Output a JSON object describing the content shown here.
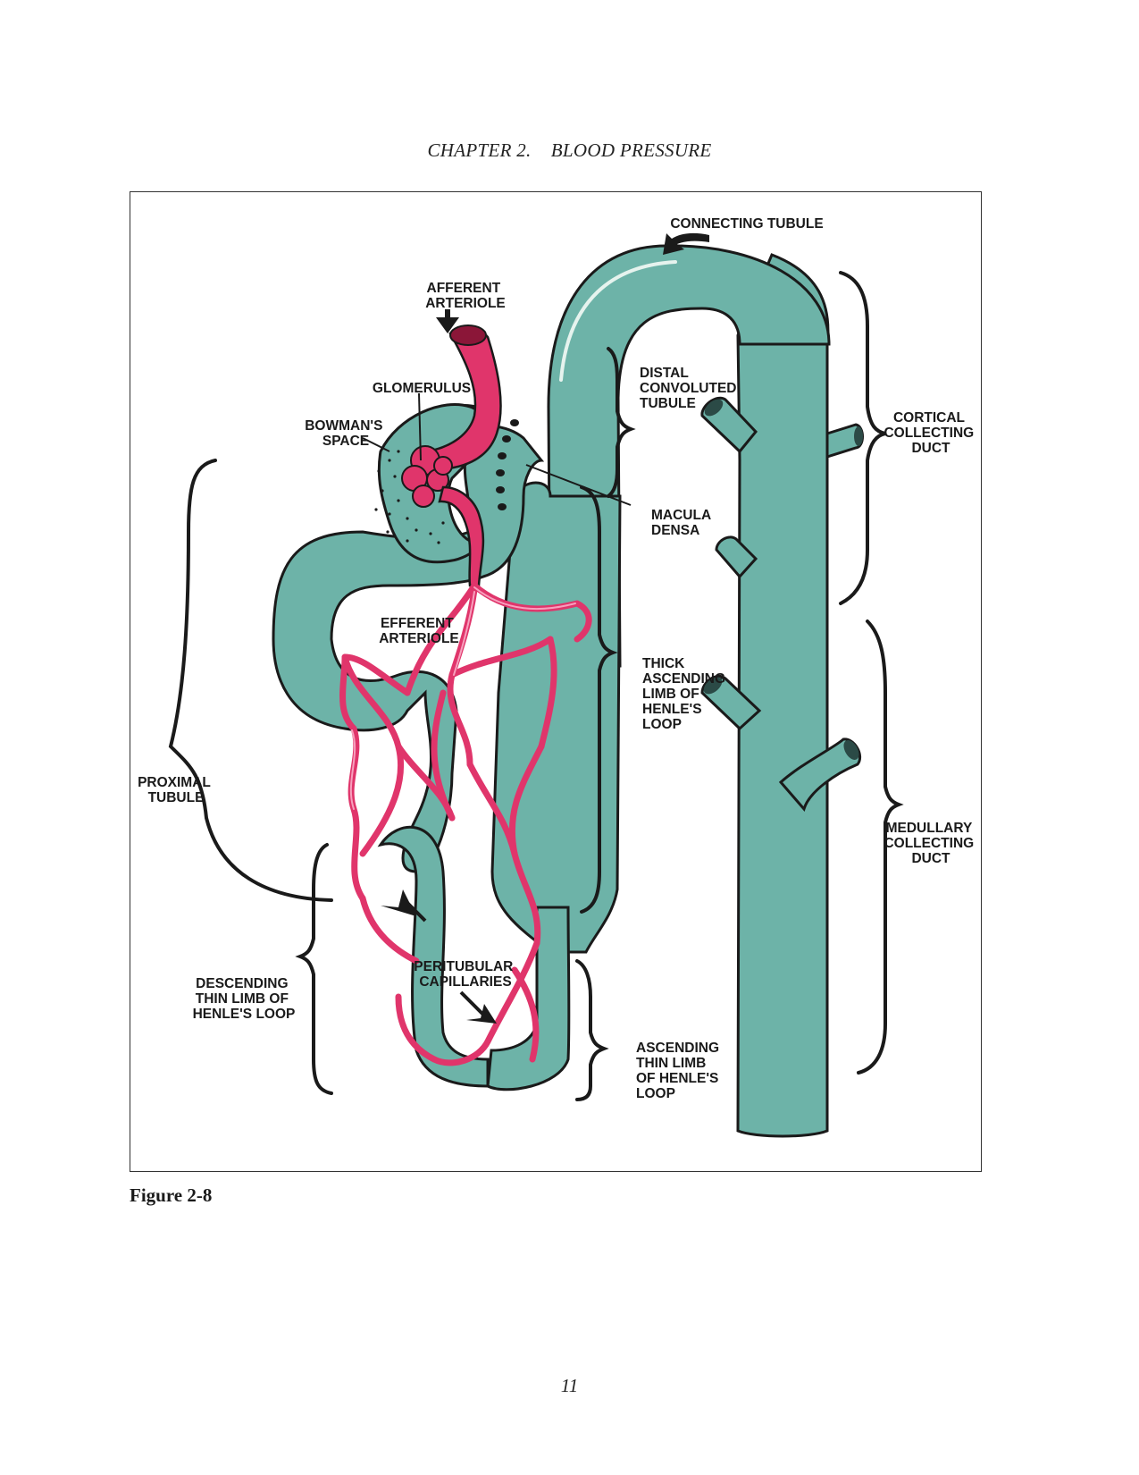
{
  "page": {
    "running_head": "CHAPTER 2.    BLOOD PRESSURE",
    "caption": "Figure 2-8",
    "page_number": "11"
  },
  "colors": {
    "tubule": "#6db3a8",
    "tubule_outline": "#1a1a1a",
    "tubule_highlight": "#e6f3ee",
    "vessel": "#e0356b",
    "vessel_highlight": "#f7a0bd"
  },
  "diagram": {
    "labels": {
      "connecting_tubule": [
        "CONNECTING TUBULE"
      ],
      "afferent_arteriole": [
        "AFFERENT",
        "ARTERIOLE"
      ],
      "glomerulus": [
        "GLOMERULUS"
      ],
      "bowmans_space": [
        "BOWMAN'S",
        "SPACE"
      ],
      "distal_convoluted_tubule": [
        "DISTAL",
        "CONVOLUTED",
        "TUBULE"
      ],
      "cortical_collecting_duct": [
        "CORTICAL",
        "COLLECTING",
        "DUCT"
      ],
      "macula_densa": [
        "MACULA",
        "DENSA"
      ],
      "efferent_arteriole": [
        "EFFERENT",
        "ARTERIOLE"
      ],
      "thick_ascending_limb": [
        "THICK",
        "ASCENDING",
        "LIMB OF",
        "HENLE'S",
        "LOOP"
      ],
      "proximal_tubule": [
        "PROXIMAL",
        "TUBULE"
      ],
      "medullary_collecting_duct": [
        "MEDULLARY",
        "COLLECTING",
        "DUCT"
      ],
      "peritubular_capillaries": [
        "PERITUBULAR",
        "CAPILLARIES"
      ],
      "descending_thin_limb": [
        "DESCENDING",
        "THIN LIMB OF",
        "HENLE'S LOOP"
      ],
      "ascending_thin_limb": [
        "ASCENDING",
        "THIN LIMB",
        "OF HENLE'S",
        "LOOP"
      ]
    }
  }
}
